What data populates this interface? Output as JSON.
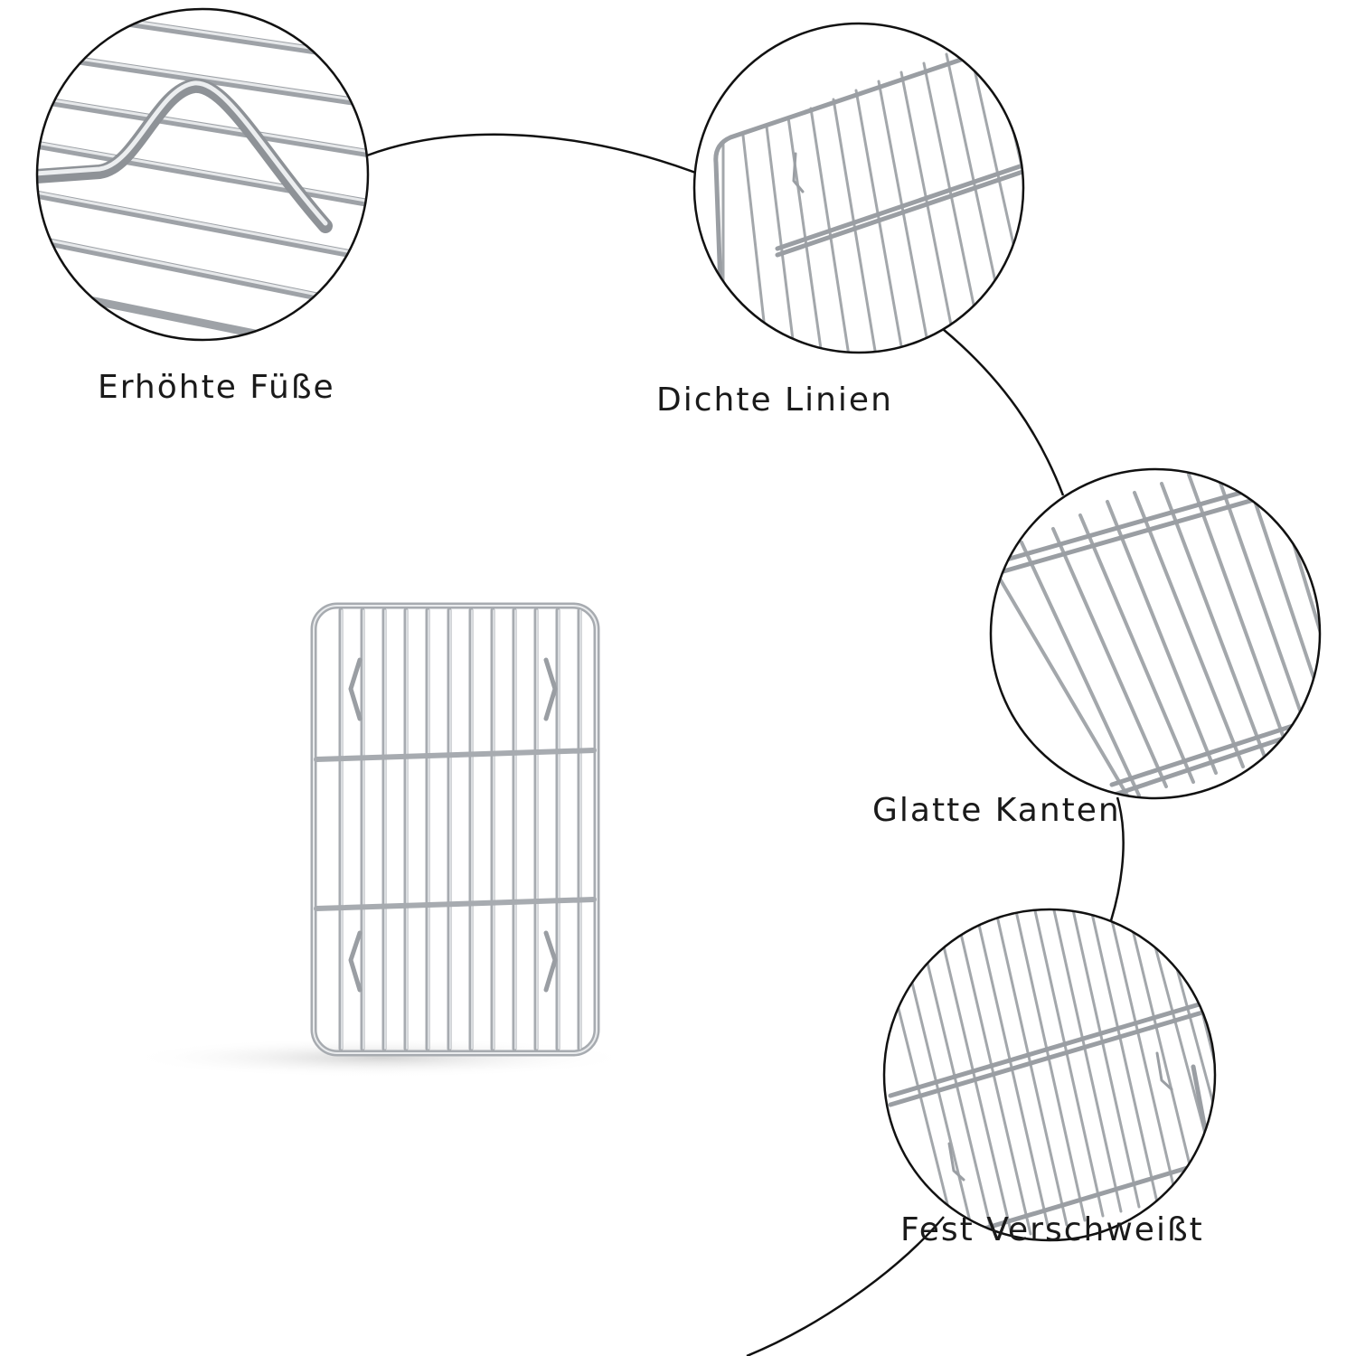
{
  "features": {
    "raised_feet": "Erhöhte Füße",
    "dense_lines": "Dichte Linien",
    "smooth_edges": "Glatte Kanten",
    "firmly_welded": "Fest Verschweißt"
  },
  "colors": {
    "outline": "#111111",
    "wire": "#a9adb2",
    "wire_highlight": "#e4e6e9",
    "shadow": "#d9d9d9"
  }
}
